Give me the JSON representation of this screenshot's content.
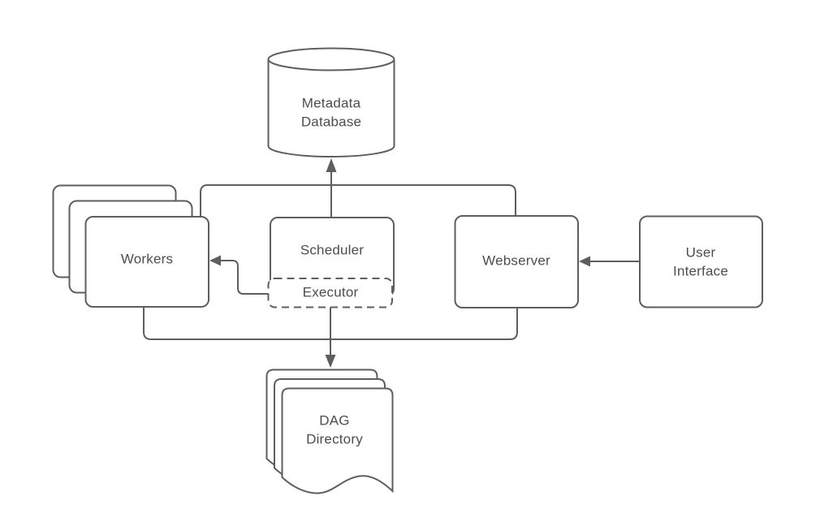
{
  "colors": {
    "background": "#ffffff",
    "shape_stroke": "#5e5e5e",
    "shape_fill": "#ffffff",
    "text": "#4d4d4d"
  },
  "nodes": {
    "metadata_database": {
      "label": "Metadata\nDatabase",
      "shape": "cylinder"
    },
    "workers": {
      "label": "Workers",
      "shape": "stacked-rectangles",
      "stack_count": 3
    },
    "scheduler": {
      "label": "Scheduler",
      "shape": "rectangle"
    },
    "executor": {
      "label": "Executor",
      "shape": "dashed-rectangle"
    },
    "webserver": {
      "label": "Webserver",
      "shape": "rectangle"
    },
    "user_interface": {
      "label": "User\nInterface",
      "shape": "rectangle"
    },
    "dag_directory": {
      "label": "DAG\nDirectory",
      "shape": "stacked-documents",
      "stack_count": 3
    }
  },
  "edges": [
    {
      "from": "scheduler",
      "to": "metadata_database",
      "arrow": true
    },
    {
      "from": "workers",
      "to": "metadata_database",
      "arrow": true,
      "via": "shared-top-branch"
    },
    {
      "from": "webserver",
      "to": "metadata_database",
      "arrow": true,
      "via": "shared-top-branch"
    },
    {
      "from": "executor",
      "to": "workers",
      "arrow": true
    },
    {
      "from": "user_interface",
      "to": "webserver",
      "arrow": true
    },
    {
      "from": "executor",
      "to": "dag_directory",
      "arrow": true
    },
    {
      "from": "workers",
      "to": "dag_directory",
      "arrow": true,
      "via": "shared-bottom-branch"
    },
    {
      "from": "webserver",
      "to": "dag_directory",
      "arrow": true,
      "via": "shared-bottom-branch"
    }
  ]
}
